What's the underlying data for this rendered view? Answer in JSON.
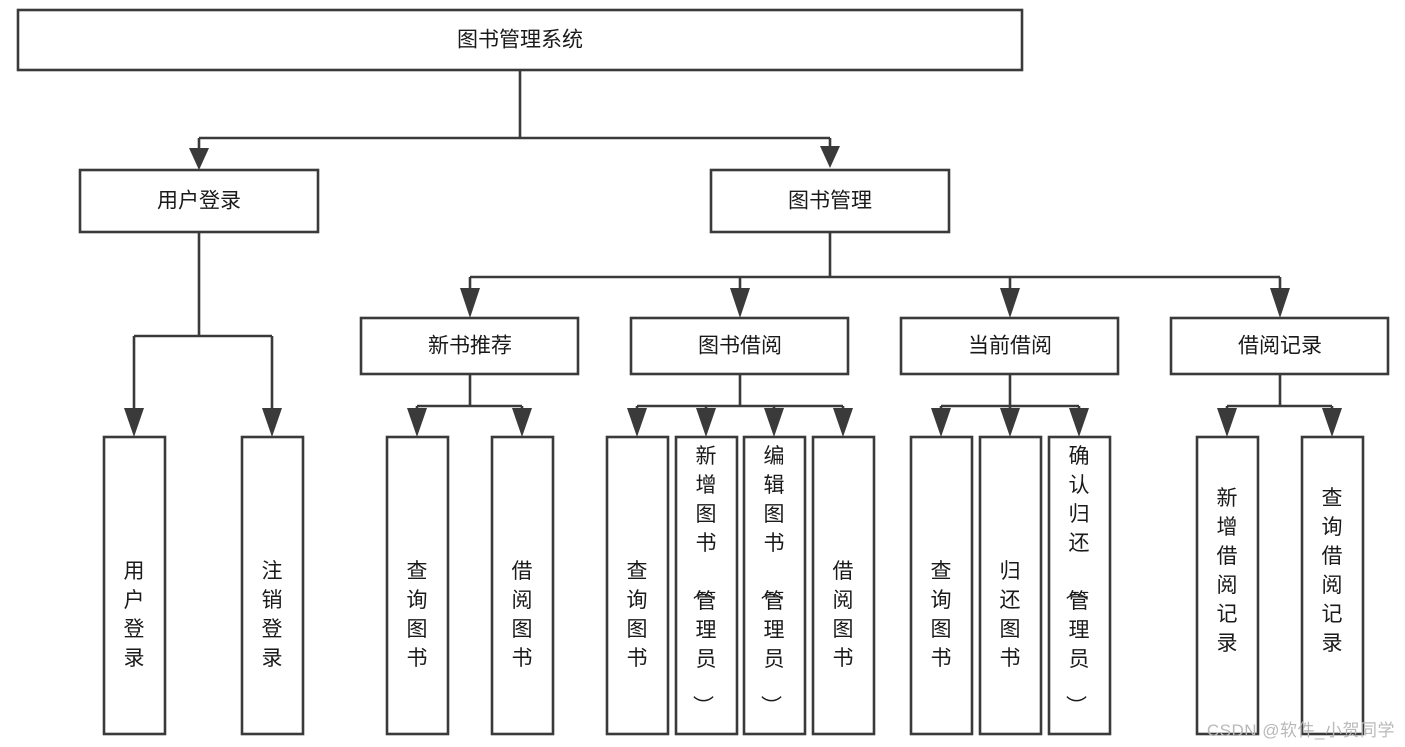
{
  "diagram": {
    "title": "图书管理系统",
    "watermark": "CSDN @软件_小贺同学",
    "stroke_color": "#3a3a3a",
    "fill_color": "#ffffff",
    "text_color": "#1a1a1a",
    "watermark_color": "#b9b9b9",
    "levels": {
      "level1": [
        {
          "id": "root",
          "label": "图书管理系统"
        }
      ],
      "level2": [
        {
          "id": "user-login",
          "label": "用户登录"
        },
        {
          "id": "book-manage",
          "label": "图书管理"
        }
      ],
      "level3": [
        {
          "id": "new-book-recommend",
          "label": "新书推荐"
        },
        {
          "id": "book-borrow",
          "label": "图书借阅"
        },
        {
          "id": "current-borrow",
          "label": "当前借阅"
        },
        {
          "id": "borrow-record",
          "label": "借阅记录"
        }
      ],
      "level4": [
        {
          "id": "leaf-user-login",
          "label": "用户登录",
          "parent": "user-login"
        },
        {
          "id": "leaf-logout-login",
          "label": "注销登录",
          "parent": "user-login"
        },
        {
          "id": "leaf-query-book-1",
          "label": "查询图书",
          "parent": "new-book-recommend"
        },
        {
          "id": "leaf-borrow-book-1",
          "label": "借阅图书",
          "parent": "new-book-recommend"
        },
        {
          "id": "leaf-query-book-2",
          "label": "查询图书",
          "parent": "book-borrow"
        },
        {
          "id": "leaf-add-book",
          "label": "新增图书（管理员）",
          "parent": "book-borrow"
        },
        {
          "id": "leaf-edit-book",
          "label": "编辑图书（管理员）",
          "parent": "book-borrow"
        },
        {
          "id": "leaf-borrow-book-2",
          "label": "借阅图书",
          "parent": "book-borrow"
        },
        {
          "id": "leaf-query-book-3",
          "label": "查询图书",
          "parent": "current-borrow"
        },
        {
          "id": "leaf-return-book",
          "label": "归还图书",
          "parent": "current-borrow"
        },
        {
          "id": "leaf-confirm-return",
          "label": "确认归还（管理员）",
          "parent": "current-borrow"
        },
        {
          "id": "leaf-add-record",
          "label": "新增借阅记录",
          "parent": "borrow-record"
        },
        {
          "id": "leaf-query-record",
          "label": "查询借阅记录",
          "parent": "borrow-record"
        }
      ]
    }
  }
}
